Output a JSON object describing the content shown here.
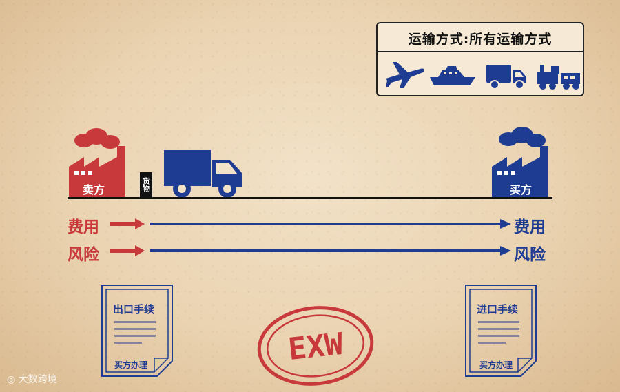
{
  "transport": {
    "title": "运输方式:所有运输方式",
    "modes": [
      "airplane",
      "ship",
      "truck",
      "train"
    ]
  },
  "seller": {
    "label": "卖方",
    "color": "#c8393b"
  },
  "buyer": {
    "label": "买方",
    "color": "#1f3c93"
  },
  "cargo": {
    "label": "货物"
  },
  "flows": {
    "cost_left": "费用",
    "risk_left": "风险",
    "cost_right": "费用",
    "risk_right": "风险"
  },
  "documents": {
    "export": {
      "title": "出口手续",
      "footer": "买方办理"
    },
    "import": {
      "title": "进口手续",
      "footer": "买方办理"
    }
  },
  "stamp": {
    "text": "EXW",
    "color": "#c8393b"
  },
  "watermark": {
    "text": "大数跨境"
  }
}
